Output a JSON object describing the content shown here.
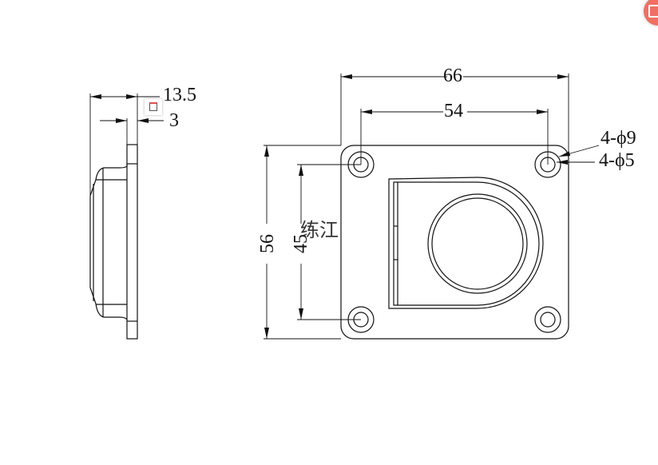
{
  "drawing": {
    "side_view": {
      "overall_depth": "13.5",
      "plate_thickness": "3"
    },
    "front_view": {
      "overall_width": "66",
      "hole_spacing_x": "54",
      "overall_height": "56",
      "hole_spacing_y": "45",
      "counterbore_callout": "4-ϕ9",
      "hole_callout": "4-ϕ5"
    },
    "watermark": "练江"
  },
  "icons": [
    "calculator-icon",
    "floating-app-button"
  ]
}
